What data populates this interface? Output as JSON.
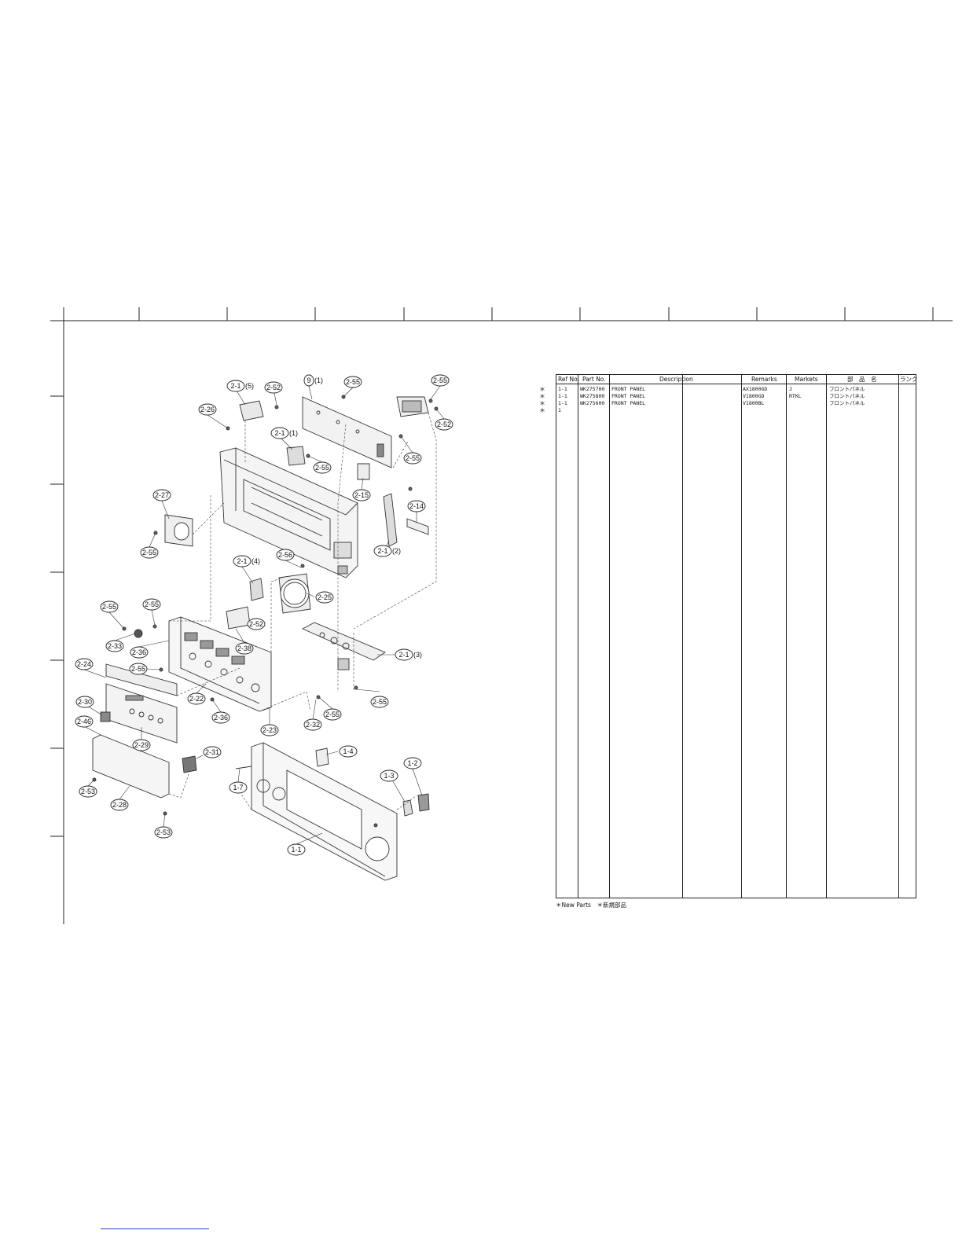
{
  "diagram": {
    "callouts": [
      {
        "id": "c01",
        "label": "2-1",
        "suffix": "(5)"
      },
      {
        "id": "c02",
        "label": "2-52",
        "suffix": ""
      },
      {
        "id": "c03",
        "label": "9",
        "suffix": "(1)"
      },
      {
        "id": "c04",
        "label": "2-55",
        "suffix": ""
      },
      {
        "id": "c05",
        "label": "2-55",
        "suffix": ""
      },
      {
        "id": "c06",
        "label": "2-26",
        "suffix": ""
      },
      {
        "id": "c07",
        "label": "2-52",
        "suffix": ""
      },
      {
        "id": "c08",
        "label": "2-1",
        "suffix": "(1)"
      },
      {
        "id": "c09",
        "label": "2-55",
        "suffix": ""
      },
      {
        "id": "c10",
        "label": "2-55",
        "suffix": ""
      },
      {
        "id": "c11",
        "label": "2-15",
        "suffix": ""
      },
      {
        "id": "c12",
        "label": "2-27",
        "suffix": ""
      },
      {
        "id": "c13",
        "label": "2-14",
        "suffix": ""
      },
      {
        "id": "c14",
        "label": "2-1",
        "suffix": "(2)"
      },
      {
        "id": "c15",
        "label": "2-55",
        "suffix": ""
      },
      {
        "id": "c16",
        "label": "2-1",
        "suffix": "(4)"
      },
      {
        "id": "c17",
        "label": "2-56",
        "suffix": ""
      },
      {
        "id": "c18",
        "label": "2-25",
        "suffix": ""
      },
      {
        "id": "c19",
        "label": "2-55",
        "suffix": ""
      },
      {
        "id": "c20",
        "label": "2-55",
        "suffix": ""
      },
      {
        "id": "c21",
        "label": "2-52",
        "suffix": ""
      },
      {
        "id": "c22",
        "label": "2-38",
        "suffix": ""
      },
      {
        "id": "c23",
        "label": "2-33",
        "suffix": ""
      },
      {
        "id": "c24",
        "label": "2-36",
        "suffix": ""
      },
      {
        "id": "c25",
        "label": "2-1",
        "suffix": "(3)"
      },
      {
        "id": "c26",
        "label": "2-24",
        "suffix": ""
      },
      {
        "id": "c27",
        "label": "2-55",
        "suffix": ""
      },
      {
        "id": "c28",
        "label": "2-22",
        "suffix": ""
      },
      {
        "id": "c29",
        "label": "2-55",
        "suffix": ""
      },
      {
        "id": "c30",
        "label": "2-30",
        "suffix": ""
      },
      {
        "id": "c31",
        "label": "2-36",
        "suffix": ""
      },
      {
        "id": "c32",
        "label": "2-32",
        "suffix": ""
      },
      {
        "id": "c33",
        "label": "2-55",
        "suffix": ""
      },
      {
        "id": "c34",
        "label": "2-46",
        "suffix": ""
      },
      {
        "id": "c35",
        "label": "2-23",
        "suffix": ""
      },
      {
        "id": "c36",
        "label": "2-29",
        "suffix": ""
      },
      {
        "id": "c37",
        "label": "1-4",
        "suffix": ""
      },
      {
        "id": "c38",
        "label": "2-31",
        "suffix": ""
      },
      {
        "id": "c39",
        "label": "1-2",
        "suffix": ""
      },
      {
        "id": "c40",
        "label": "1-3",
        "suffix": ""
      },
      {
        "id": "c41",
        "label": "1-7",
        "suffix": ""
      },
      {
        "id": "c42",
        "label": "2-53",
        "suffix": ""
      },
      {
        "id": "c43",
        "label": "2-28",
        "suffix": ""
      },
      {
        "id": "c44",
        "label": "2-53",
        "suffix": ""
      },
      {
        "id": "c45",
        "label": "1-1",
        "suffix": ""
      }
    ]
  },
  "parts_list": {
    "headers": {
      "ref": "Ref No.",
      "part": "Part No.",
      "desc": "Description",
      "remarks": "Remarks",
      "markets": "Markets",
      "jp_name": "部　品　名",
      "rank": "ランク"
    },
    "rows": [
      {
        "mark": "＊",
        "ref": "1-1",
        "part": "WK275700",
        "desc": "FRONT PANEL",
        "remarks": "AX1800GD",
        "market": "J",
        "jp": "フロントパネル",
        "rank": ""
      },
      {
        "mark": "＊",
        "ref": "1-1",
        "part": "WK275800",
        "desc": "FRONT PANEL",
        "remarks": "V1800GD",
        "market": "RTKL",
        "jp": "フロントパネル",
        "rank": ""
      },
      {
        "mark": "＊",
        "ref": "1-1",
        "part": "WK275600",
        "desc": "FRONT PANEL",
        "remarks": "V1800BL",
        "market": "",
        "jp": "フロントパネル",
        "rank": ""
      },
      {
        "mark": "＊",
        "ref": "1",
        "part": "",
        "desc": "",
        "remarks": "",
        "market": "",
        "jp": "",
        "rank": ""
      }
    ],
    "legend": "＊New Parts　＊新規部品"
  }
}
